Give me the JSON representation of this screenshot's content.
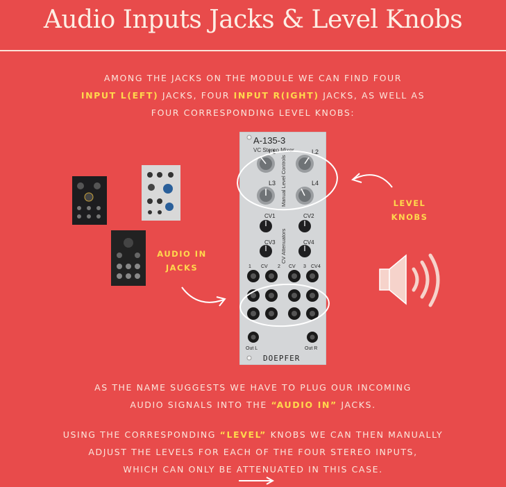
{
  "title": "Audio Inputs Jacks & Level Knobs",
  "intro": {
    "line1": "AMONG THE JACKS ON THE MODULE WE CAN FIND FOUR",
    "line2_hl1": "INPUT L(EFT)",
    "line2_mid": " JACKS, FOUR  ",
    "line2_hl2": "INPUT R(IGHT)",
    "line2_end": " JACKS, AS WELL AS",
    "line3": "FOUR CORRESPONDING LEVEL KNOBS:"
  },
  "labels": {
    "level_1": "LEVEL",
    "level_2": "KNOBS",
    "audio_1": "AUDIO IN",
    "audio_2": "JACKS"
  },
  "module": {
    "name": "A-135-3",
    "subtitle": "VC Stereo Mixer",
    "section1": "Manual Level Controls",
    "section2": "CV Attenuators",
    "brand": "DOEPFER",
    "knobs": [
      "L1",
      "L2",
      "L3",
      "L4",
      "CV1",
      "CV2",
      "CV3",
      "CV4"
    ],
    "jack_row_labels": [
      "1",
      "CV",
      "2",
      "CV",
      "3",
      "CV",
      "4"
    ],
    "outputs": [
      "Out L",
      "Out R"
    ]
  },
  "para2": {
    "line1": "AS THE NAME SUGGESTS WE HAVE TO PLUG OUR INCOMING",
    "line2_pre": "AUDIO SIGNALS INTO THE ",
    "line2_hl": "“AUDIO IN”",
    "line2_end": " JACKS."
  },
  "para3": {
    "line1_pre": "USING THE CORRESPONDING ",
    "line1_hl": "“LEVEL”",
    "line1_end": " KNOBS WE CAN THEN MANUALLY",
    "line2": "ADJUST THE LEVELS FOR EACH OF THE FOUR STEREO INPUTS,",
    "line3": "WHICH CAN ONLY BE ATTENUATED IN THIS CASE."
  },
  "icons": [
    "speaker-icon",
    "arrow-right-icon"
  ]
}
